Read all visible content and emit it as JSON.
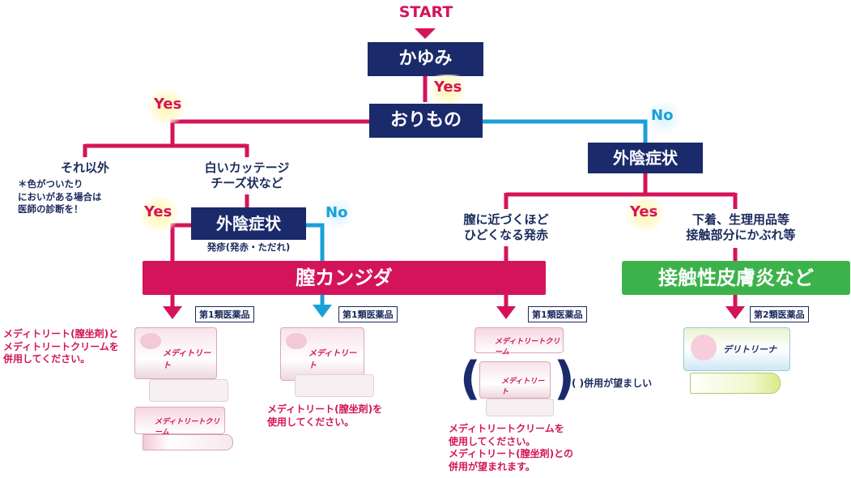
{
  "start": "START",
  "nodes": {
    "itch": "かゆみ",
    "discharge": "おりもの",
    "vulva_top": "外陰症状",
    "other": "それ以外",
    "other_note": "＊色がついたり\nにおいがある場合は\n医師の診断を！",
    "cottage": "白いカッテージ\nチーズ状など",
    "vulva_mid": "外陰症状",
    "vulva_mid_sub": "発疹(発赤・ただれ)",
    "near_vagina": "膣に近づくほど\nひどくなる発赤",
    "underwear": "下着、生理用品等\n接触部分にかぶれ等",
    "candida": "膣カンジダ",
    "contact": "接触性皮膚炎など"
  },
  "labels": {
    "yes": "Yes",
    "no": "No"
  },
  "badges": {
    "first_class": "第1類医薬品",
    "second_class": "第2類医薬品"
  },
  "products": {
    "meditreat": "メディトリート",
    "meditreat_cream": "メディトリートクリーム",
    "delitrina": "デリトリーナ"
  },
  "notes": {
    "both": "メディトリート(膣坐剤)と\nメディトリートクリームを\n併用してください。",
    "suppository": "メディトリート(膣坐剤)を\n使用してください。",
    "cream": "メディトリートクリームを\n使用してください。\nメディトリート(膣坐剤)との\n併用が望まれます。",
    "paren": "(  )併用が望ましい"
  },
  "colors": {
    "navy": "#1b2a6b",
    "pink": "#d4145a",
    "blue": "#1aa0d8",
    "green": "#3cb34a"
  }
}
